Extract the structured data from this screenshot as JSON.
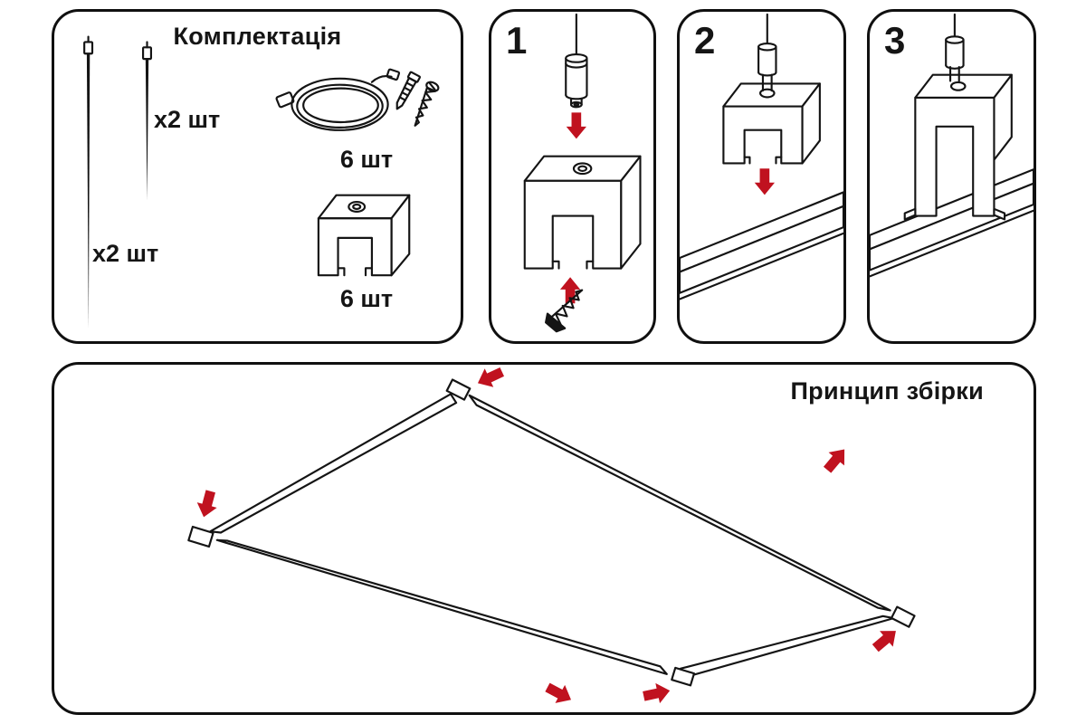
{
  "colors": {
    "accent": "#c0121f",
    "line": "#141414"
  },
  "kit": {
    "title": "Комплектація",
    "cable_short_qty": "x2 шт",
    "cable_long_qty": "x2 шт",
    "fasteners_qty": "6 шт",
    "clips_qty": "6 шт"
  },
  "steps": [
    {
      "number": "1"
    },
    {
      "number": "2"
    },
    {
      "number": "3"
    }
  ],
  "assembly": {
    "title": "Принцип збірки"
  }
}
